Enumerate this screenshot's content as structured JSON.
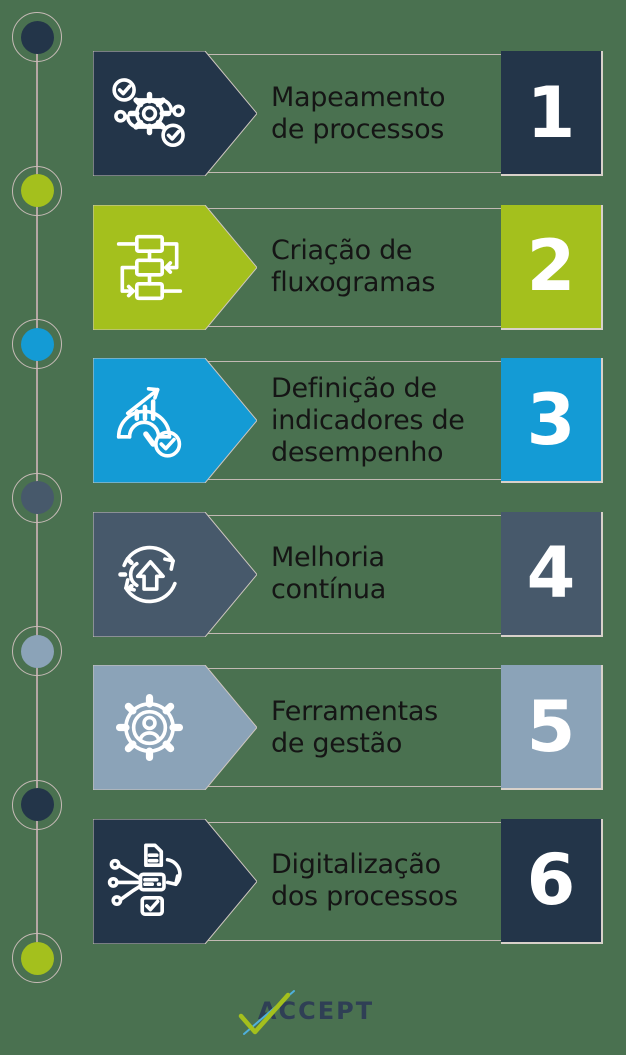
{
  "colors": {
    "background": "#4a7150",
    "navy": "#233549",
    "lime": "#a4c01d",
    "blue": "#149bd5",
    "slate": "#47596b",
    "steel": "#8ba3b8",
    "hairline": "#c2b9b3",
    "text": "#151515",
    "logo_navy": "#2f3f55"
  },
  "timeline": {
    "circles": [
      {
        "color": "#233549"
      },
      {
        "color": "#a4c01d"
      },
      {
        "color": "#149bd5"
      },
      {
        "color": "#47596b"
      },
      {
        "color": "#8ba3b8"
      },
      {
        "color": "#233549"
      },
      {
        "color": "#a4c01d"
      }
    ]
  },
  "steps": [
    {
      "number": "1",
      "title": "Mapeamento de processos",
      "lines": [
        "Mapeamento",
        "de processos"
      ],
      "color": "#233549",
      "icon": "process-mapping-icon"
    },
    {
      "number": "2",
      "title": "Criação de fluxogramas",
      "lines": [
        "Criação de",
        "fluxogramas"
      ],
      "color": "#a4c01d",
      "icon": "flowchart-icon"
    },
    {
      "number": "3",
      "title": "Definição de indicadores de desempenho",
      "lines": [
        "Definição de",
        "indicadores de",
        "desempenho"
      ],
      "color": "#149bd5",
      "icon": "performance-gauge-icon"
    },
    {
      "number": "4",
      "title": "Melhoria contínua",
      "lines": [
        "Melhoria",
        "contínua"
      ],
      "color": "#47596b",
      "icon": "continuous-improvement-icon"
    },
    {
      "number": "5",
      "title": "Ferramentas de gestão",
      "lines": [
        "Ferramentas",
        "de gestão"
      ],
      "color": "#8ba3b8",
      "icon": "gear-person-icon"
    },
    {
      "number": "6",
      "title": "Digitalização dos processos",
      "lines": [
        "Digitalização",
        "dos processos"
      ],
      "color": "#233549",
      "icon": "digitalization-icon"
    }
  ],
  "logo": {
    "text": "ACCEPT"
  }
}
